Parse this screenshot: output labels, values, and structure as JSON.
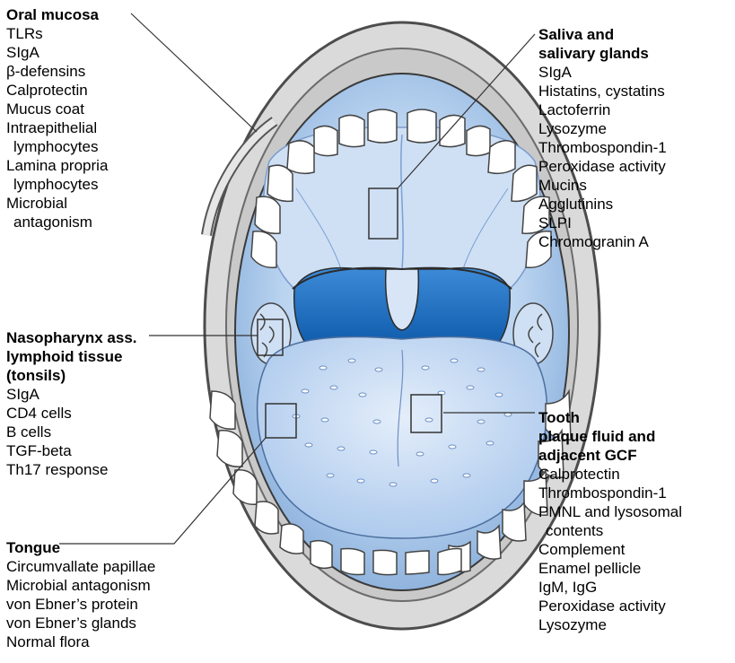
{
  "colors": {
    "face_outline": "#4d4d4d",
    "face_fill": "#dcdcdc",
    "mouth_blue": "#9fc3ea",
    "throat_blue": "#0a64b8",
    "teeth": "#ffffff",
    "tongue": "#c6dcf3"
  },
  "oral_mucosa": {
    "title": "Oral mucosa",
    "items": [
      [
        "TLRs"
      ],
      [
        "SIgA"
      ],
      [
        "β-defensins"
      ],
      [
        "Calprotectin"
      ],
      [
        "Mucus coat"
      ],
      [
        "Intraepithelial",
        "lymphocytes"
      ],
      [
        "Lamina propria",
        "lymphocytes"
      ],
      [
        "Microbial",
        "antagonism"
      ]
    ]
  },
  "saliva": {
    "title_lines": [
      "Saliva and",
      "salivary glands"
    ],
    "items": [
      [
        "SIgA"
      ],
      [
        "Histatins, cystatins"
      ],
      [
        "Lactoferrin"
      ],
      [
        "Lysozyme"
      ],
      [
        "Thrombospondin-1"
      ],
      [
        "Peroxidase activity"
      ],
      [
        "Mucins"
      ],
      [
        "Agglutinins"
      ],
      [
        "SLPI"
      ],
      [
        "Chromogranin A"
      ]
    ]
  },
  "nasopharynx": {
    "title_lines": [
      "Nasopharynx ass.",
      "lymphoid tissue",
      "(tonsils)"
    ],
    "items": [
      [
        "SIgA"
      ],
      [
        "CD4 cells"
      ],
      [
        "B cells"
      ],
      [
        "TGF-beta"
      ],
      [
        "Th17 response"
      ]
    ]
  },
  "tooth": {
    "title_lines": [
      "Tooth",
      "plaque fluid and",
      "adjacent GCF"
    ],
    "items": [
      [
        "Calprotectin"
      ],
      [
        "Thrombospondin-1"
      ],
      [
        "PMNL and lysosomal",
        "contents"
      ],
      [
        "Complement"
      ],
      [
        "Enamel pellicle"
      ],
      [
        "IgM, IgG"
      ],
      [
        "Peroxidase activity"
      ],
      [
        "Lysozyme"
      ]
    ]
  },
  "tongue": {
    "title": "Tongue",
    "items": [
      [
        "Circumvallate papillae"
      ],
      [
        "Microbial antagonism"
      ],
      [
        "von Ebner’s protein"
      ],
      [
        "von Ebner’s glands"
      ],
      [
        "Normal flora"
      ]
    ]
  }
}
